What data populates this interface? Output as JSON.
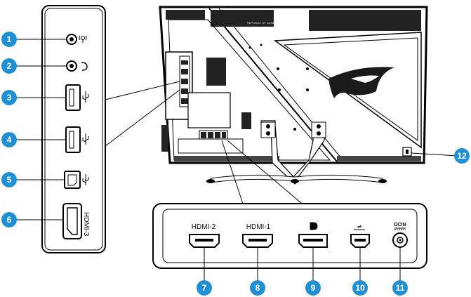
{
  "side_panel": {
    "ports": [
      {
        "number": "1",
        "icon": "microphone-icon"
      },
      {
        "number": "2",
        "icon": "headphone-icon"
      },
      {
        "number": "3",
        "icon": "usb-icon"
      },
      {
        "number": "4",
        "icon": "usb-icon"
      },
      {
        "number": "5",
        "icon": "usb-icon"
      },
      {
        "number": "6",
        "icon": "hdmi-port-icon",
        "label": "HDMI-3"
      }
    ]
  },
  "bottom_panel": {
    "ports": [
      {
        "number": "7",
        "label": "HDMI-2",
        "icon": "hdmi-port-icon"
      },
      {
        "number": "8",
        "label": "HDMI-1",
        "icon": "hdmi-port-icon"
      },
      {
        "number": "9",
        "label": "",
        "icon": "displayport-icon"
      },
      {
        "number": "10",
        "label": "",
        "icon": "mini-usb-port-icon"
      },
      {
        "number": "11",
        "label": "DCIN",
        "icon": "dc-jack-icon"
      }
    ]
  },
  "lock": {
    "number": "12",
    "icon": "kensington-lock-icon"
  },
  "colors": {
    "badge": "#1f8fd6",
    "line": "#111111",
    "frame": "#000000"
  }
}
